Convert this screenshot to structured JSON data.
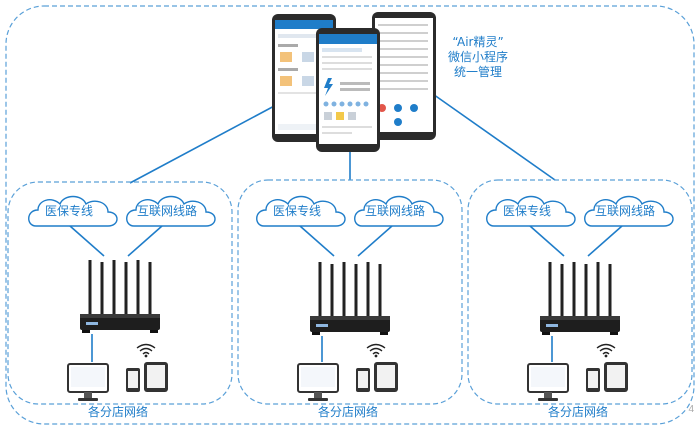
{
  "central": {
    "title_line1": "“Air精灵”",
    "title_line2": "微信小程序",
    "title_line3": "统一管理"
  },
  "branches": [
    {
      "cloud_left": "医保专线",
      "cloud_right": "互联网线路",
      "label": "各分店网络"
    },
    {
      "cloud_left": "医保专线",
      "cloud_right": "互联网线路",
      "label": "各分店网络"
    },
    {
      "cloud_left": "医保专线",
      "cloud_right": "互联网线路",
      "label": "各分店网络"
    }
  ],
  "page_number": "4",
  "colors": {
    "accent": "#1f7dc9",
    "dashed": "#5aa0d8",
    "cloud_fill": "#ffffff",
    "device": "#2a2a2a"
  }
}
